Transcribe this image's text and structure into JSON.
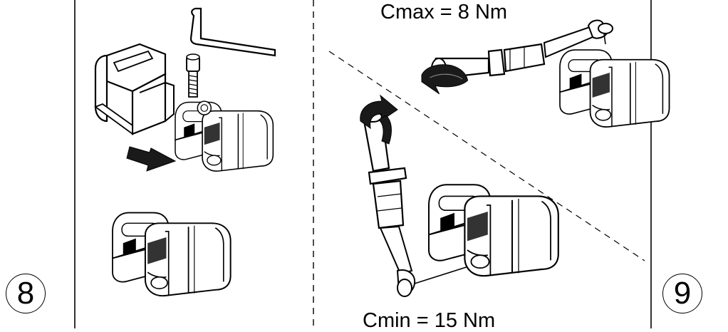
{
  "torque": {
    "max_label": "Cmax = 8 Nm",
    "min_label": "Cmin = 15 Nm"
  },
  "steps": {
    "left": "8",
    "right": "9"
  },
  "icons": {
    "hex_key": "allen-key-icon",
    "screw": "cap-screw-icon",
    "wrench": "torque-wrench-icon",
    "rotation": "rotation-arrow-icon"
  },
  "colors": {
    "ink": "#000000",
    "fill": "#ffffff",
    "arrow": "#1a1a1a"
  }
}
